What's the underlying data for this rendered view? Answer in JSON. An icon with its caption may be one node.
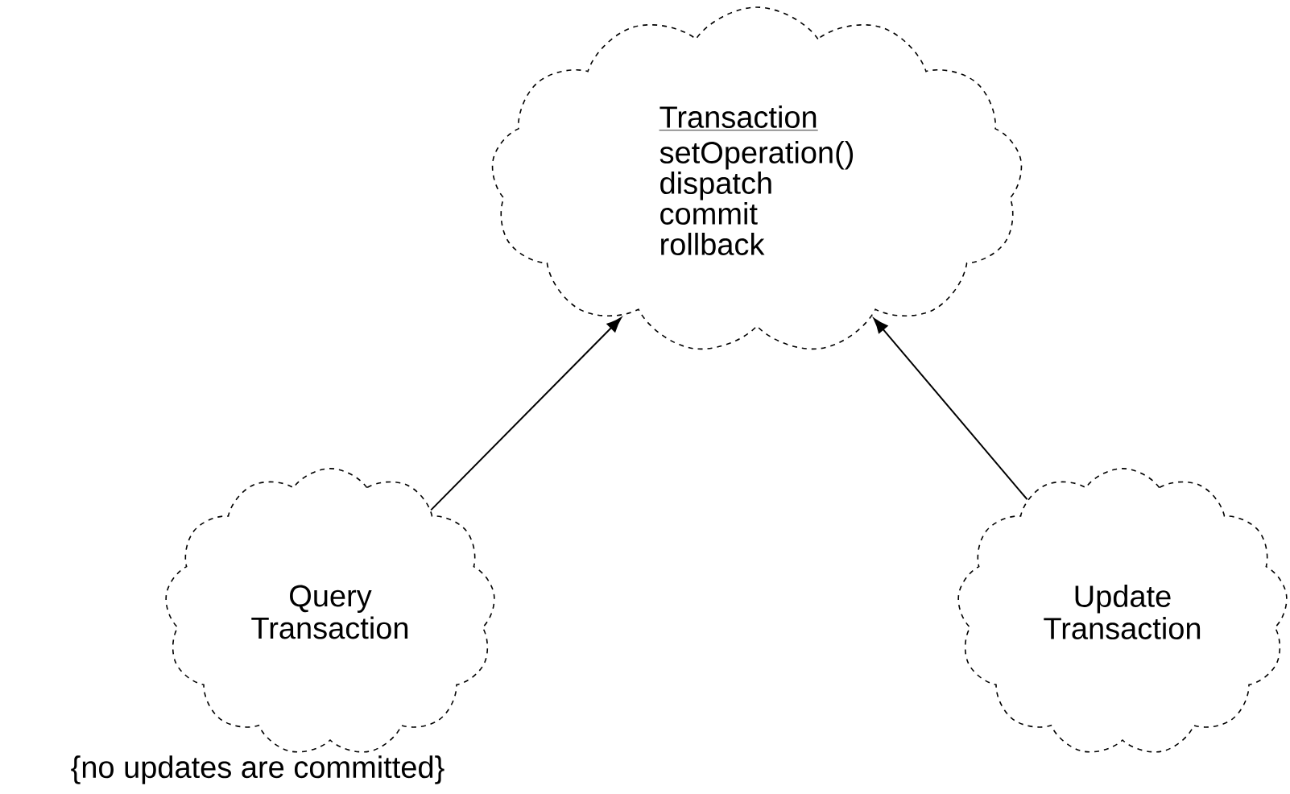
{
  "diagram": {
    "nodes": [
      {
        "text": [
          "Transaction",
          "setOperation()",
          "dispatch",
          "commit",
          "rollback"
        ]
      },
      {
        "text": [
          "Query Transaction"
        ]
      },
      {
        "text": [
          "Update Transaction"
        ]
      }
    ],
    "edges": [
      {
        "from": 1,
        "to": 0,
        "arrow": "to"
      },
      {
        "from": 2,
        "to": 0,
        "arrow": "to"
      }
    ],
    "labels": [
      "{no updates are committed}"
    ]
  }
}
